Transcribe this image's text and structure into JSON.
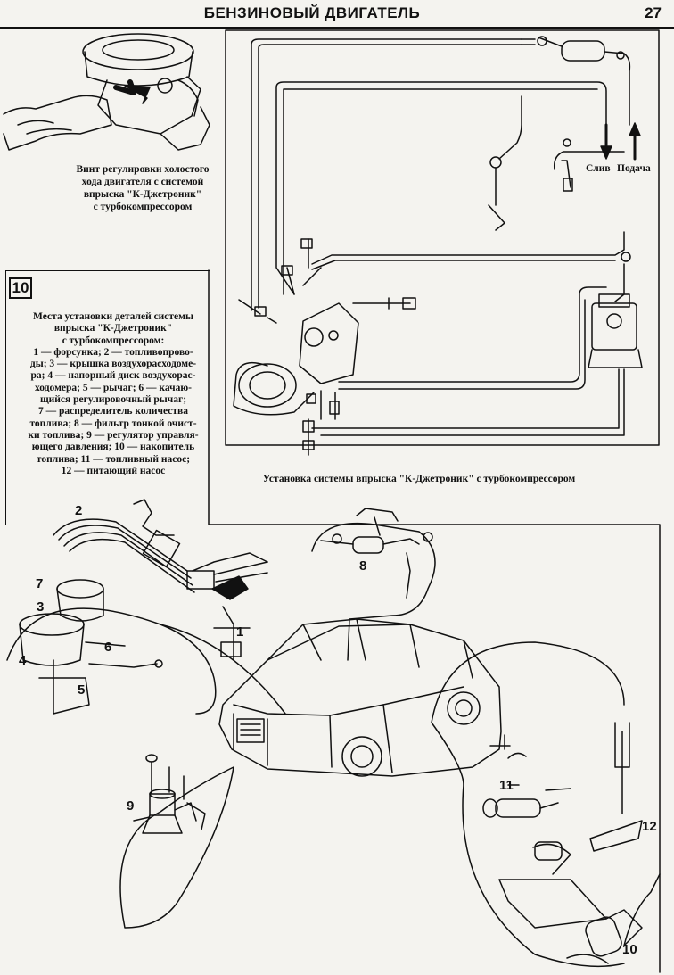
{
  "header": {
    "title": "БЕНЗИНОВЫЙ ДВИГАТЕЛЬ",
    "page_number": "27"
  },
  "top_left_figure": {
    "caption_lines": [
      "Винт регулировки холостого",
      "хода двигателя с системой",
      "впрыска \"К-Джетроник\"",
      "с турбокомпрессором"
    ]
  },
  "right_diagram": {
    "caption": "Установка системы впрыска \"К-Джетроник\" с турбокомпрессором",
    "drain_label": "Слив",
    "supply_label": "Подача"
  },
  "legend": {
    "figure_number": "10",
    "lines": [
      "Места установки деталей системы",
      "впрыска \"К-Джетроник\"",
      "с турбокомпрессором:",
      "1 — форсунка; 2 — топливопрово-",
      "ды; 3 — крышка воздухорасходоме-",
      "ра; 4 — напорный диск воздухорас-",
      "ходомера; 5 — рычаг; 6 — качаю-",
      "щийся регулировочный рычаг;",
      "7 — распределитель количества",
      "топлива; 8 — фильтр тонкой очист-",
      "ки топлива; 9 — регулятор управля-",
      "ющего давления; 10 — накопитель",
      "топлива; 11 — топливный насос;",
      "12 — питающий насос"
    ]
  },
  "callouts": {
    "c1": "1",
    "c2": "2",
    "c3": "3",
    "c4": "4",
    "c5": "5",
    "c6": "6",
    "c7": "7",
    "c8": "8",
    "c9": "9",
    "c10": "10",
    "c11": "11",
    "c12": "12"
  }
}
